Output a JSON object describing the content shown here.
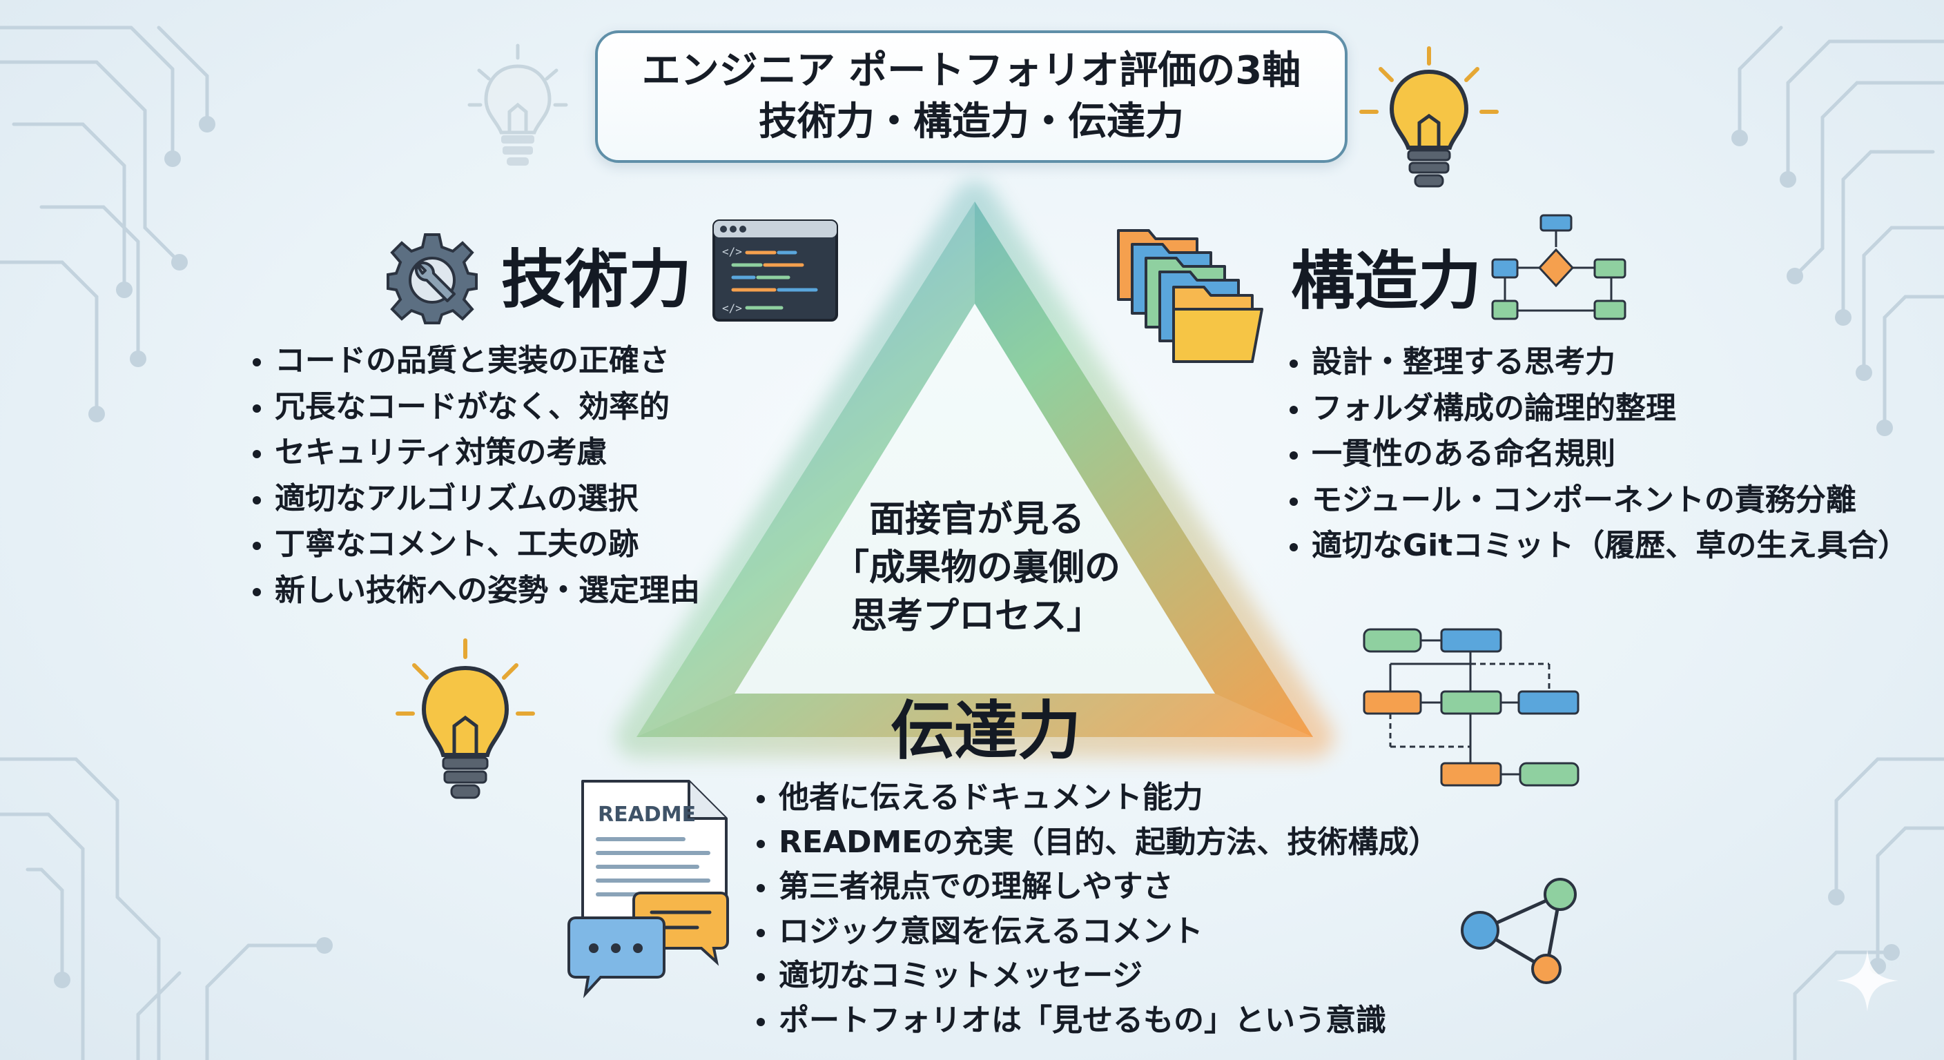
{
  "title": {
    "line1": "エンジニア ポートフォリオ評価の3軸",
    "line2": "技術力・構造力・伝達力"
  },
  "center": {
    "line1": "面接官が見る",
    "line2": "「成果物の裏側の",
    "line3": "思考プロセス」"
  },
  "axes": {
    "technical": {
      "heading": "技術力",
      "items": [
        "コードの品質と実装の正確さ",
        "冗長なコードがなく、効率的",
        "セキュリティ対策の考慮",
        "適切なアルゴリズムの選択",
        "丁寧なコメント、工夫の跡",
        "新しい技術への姿勢・選定理由"
      ]
    },
    "structural": {
      "heading": "構造力",
      "items": [
        "設計・整理する思考力",
        "フォルダ構成の論理的整理",
        "一貫性のある命名規則",
        "モジュール・コンポーネントの責務分離",
        "適切なGitコミット（履歴、草の生え具合）"
      ]
    },
    "communication": {
      "heading": "伝達力",
      "items": [
        "他者に伝えるドキュメント能力",
        "READMEの充実（目的、起動方法、技術構成）",
        "第三者視点での理解しやすさ",
        "ロジック意図を伝えるコメント",
        "適切なコミットメッセージ",
        "ポートフォリオは「見せるもの」という意識"
      ]
    }
  },
  "icons": {
    "readme_label": "README",
    "list": [
      "lightbulb-icon",
      "gear-wrench-icon",
      "code-window-icon",
      "folders-icon",
      "flowchart-icon",
      "readme-document-icon",
      "chat-bubbles-icon",
      "network-nodes-icon",
      "sparkle-icon"
    ]
  },
  "colors": {
    "triangle_blue": "#5aa6dc",
    "triangle_green": "#8fd0a0",
    "triangle_orange": "#f5a04e",
    "bulb_yellow": "#f6c545",
    "title_border": "#5f8fa8"
  }
}
